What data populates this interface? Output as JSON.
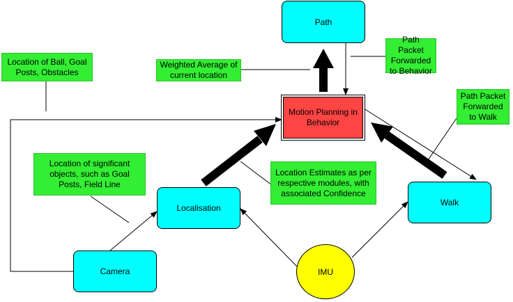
{
  "nodes": {
    "path": "Path",
    "motion_planning": "Motion Planning in Behavior",
    "localisation": "Localisation",
    "walk": "Walk",
    "camera": "Camera",
    "imu": "IMU"
  },
  "notes": {
    "ball_goal_obstacles": "Location of Ball, Goal Posts, Obstacles",
    "weighted_average": "Weighted Average of current location",
    "path_packet_behavior": "Path Packet Forwarded to Behavior",
    "path_packet_walk": "Path Packet Forwarded to Walk",
    "significant_objects": "Location of significant objects, such as Goal Posts, Field Line",
    "location_estimates": "Location Estimates as per respective modules, with associated Confidence"
  },
  "colors": {
    "module_fill": "#00ffff",
    "note_fill": "#33ee33",
    "behavior_fill": "#ff4444",
    "imu_fill": "#ffff00"
  }
}
